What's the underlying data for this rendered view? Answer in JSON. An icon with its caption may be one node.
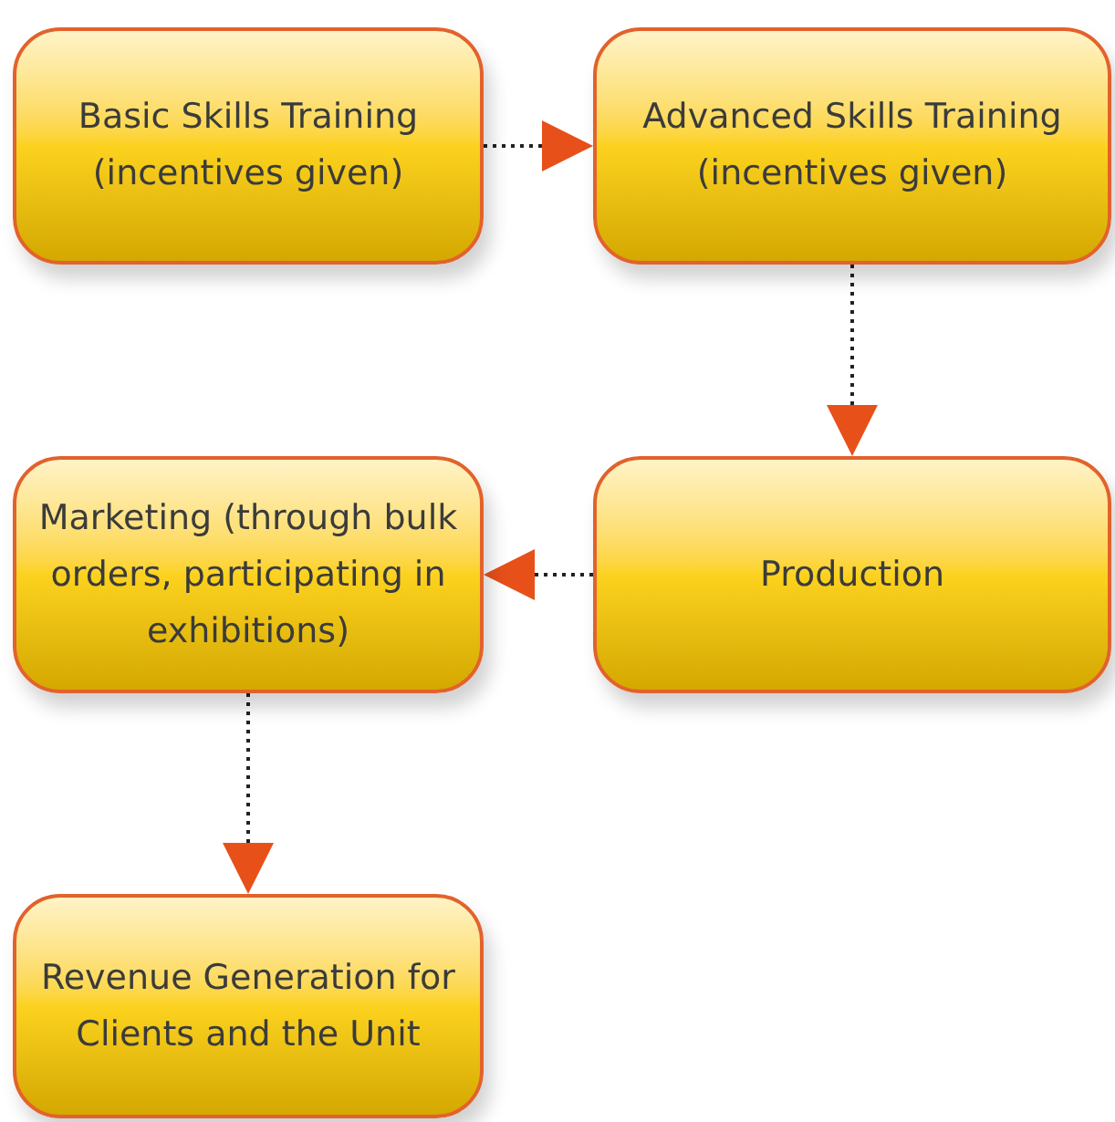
{
  "diagram": {
    "nodes": [
      {
        "text": [
          "Basic Skills Training (incentives given)"
        ]
      },
      {
        "text": [
          "Advanced Skills Training (incentives given)"
        ]
      },
      {
        "text": [
          "Marketing (through bulk orders, participating in exhibitions)"
        ]
      },
      {
        "text": [
          "Production"
        ]
      },
      {
        "text": [
          "Revenue Generation for Clients and the Unit"
        ]
      }
    ],
    "edges": [
      {
        "from": 0,
        "to": 1,
        "arrow": "to"
      },
      {
        "from": 1,
        "to": 3,
        "arrow": "to"
      },
      {
        "from": 3,
        "to": 2,
        "arrow": "to"
      },
      {
        "from": 2,
        "to": 4,
        "arrow": "to"
      }
    ]
  }
}
